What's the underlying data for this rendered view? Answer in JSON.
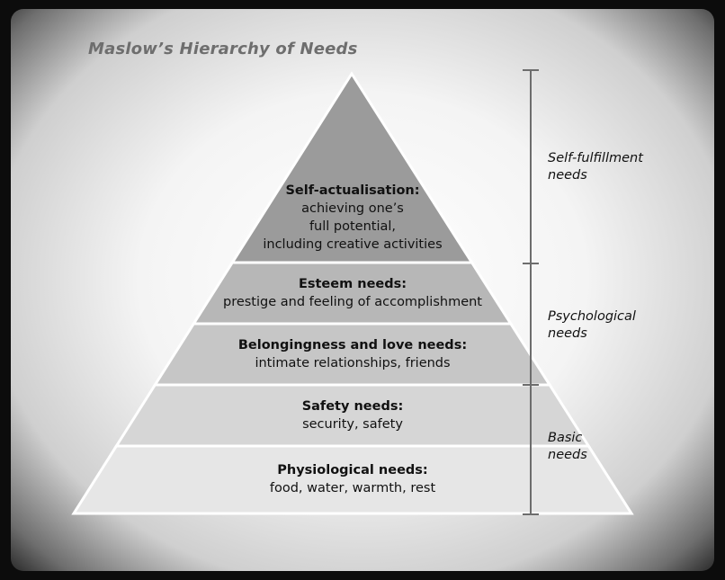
{
  "title": "Maslow’s Hierarchy of Needs",
  "tiers": [
    {
      "heading": "Self-actualisation:",
      "lines": [
        "achieving one’s",
        "full potential,",
        "including creative activities"
      ],
      "fill": "#9b9b9b"
    },
    {
      "heading": "Esteem needs:",
      "lines": [
        "prestige and feeling of accomplishment"
      ],
      "fill": "#b7b7b7"
    },
    {
      "heading": "Belongingness and love needs:",
      "lines": [
        "intimate relationships, friends"
      ],
      "fill": "#c6c6c6"
    },
    {
      "heading": "Safety needs:",
      "lines": [
        "security, safety"
      ],
      "fill": "#d6d6d6"
    },
    {
      "heading": "Physiological needs:",
      "lines": [
        "food, water, warmth, rest"
      ],
      "fill": "#e6e6e6"
    }
  ],
  "groups": [
    {
      "lines": [
        "Self-fulfillment",
        "needs"
      ]
    },
    {
      "lines": [
        "Psychological",
        "needs"
      ]
    },
    {
      "lines": [
        "Basic",
        "needs"
      ]
    }
  ],
  "colors": {
    "bracket": "#6d6d6d",
    "divider": "#ffffff"
  }
}
